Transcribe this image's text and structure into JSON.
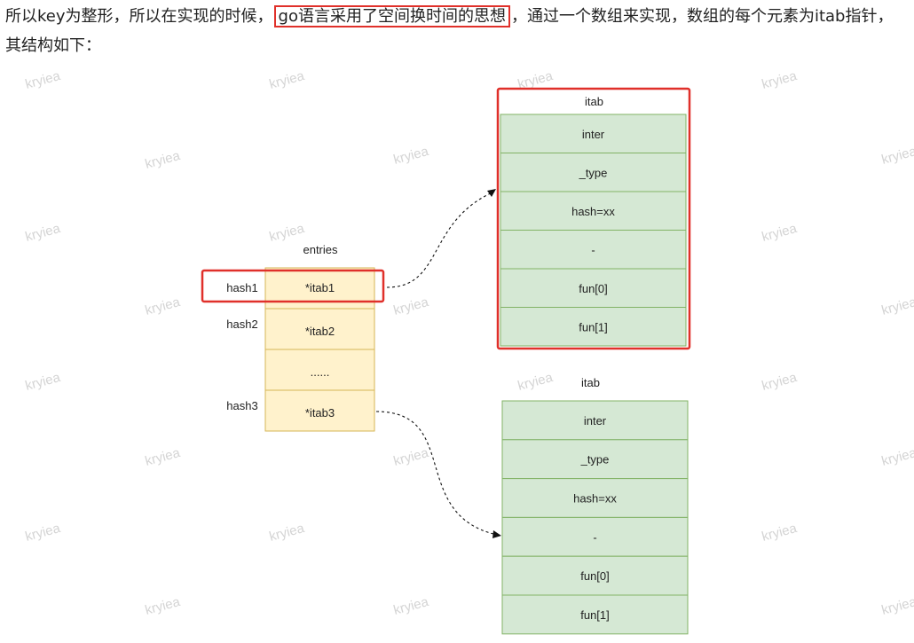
{
  "intro": {
    "before": "所以key为整形，所以在实现的时候，",
    "highlight": "go语言采用了空间换时间的思想",
    "after": "，通过一个数组来实现，数组的每个元素为itab指针，其结构如下："
  },
  "watermark": "kryiea",
  "entries": {
    "title": "entries",
    "cells": [
      "*itab1",
      "*itab2",
      "......",
      "*itab3"
    ],
    "keys": [
      "hash1",
      "hash2",
      "",
      "hash3"
    ]
  },
  "itabs": [
    {
      "title": "itab",
      "fields": [
        "inter",
        "_type",
        "hash=xx",
        "-",
        "fun[0]",
        "fun[1]"
      ]
    },
    {
      "title": "itab",
      "fields": [
        "inter",
        "_type",
        "hash=xx",
        "-",
        "fun[0]",
        "fun[1]"
      ]
    }
  ],
  "colors": {
    "highlight": "#e0302a",
    "entry_fill": "#fff2cc",
    "entry_stroke": "#d6b656",
    "itab_fill": "#d5e8d4",
    "itab_stroke": "#82b366"
  }
}
